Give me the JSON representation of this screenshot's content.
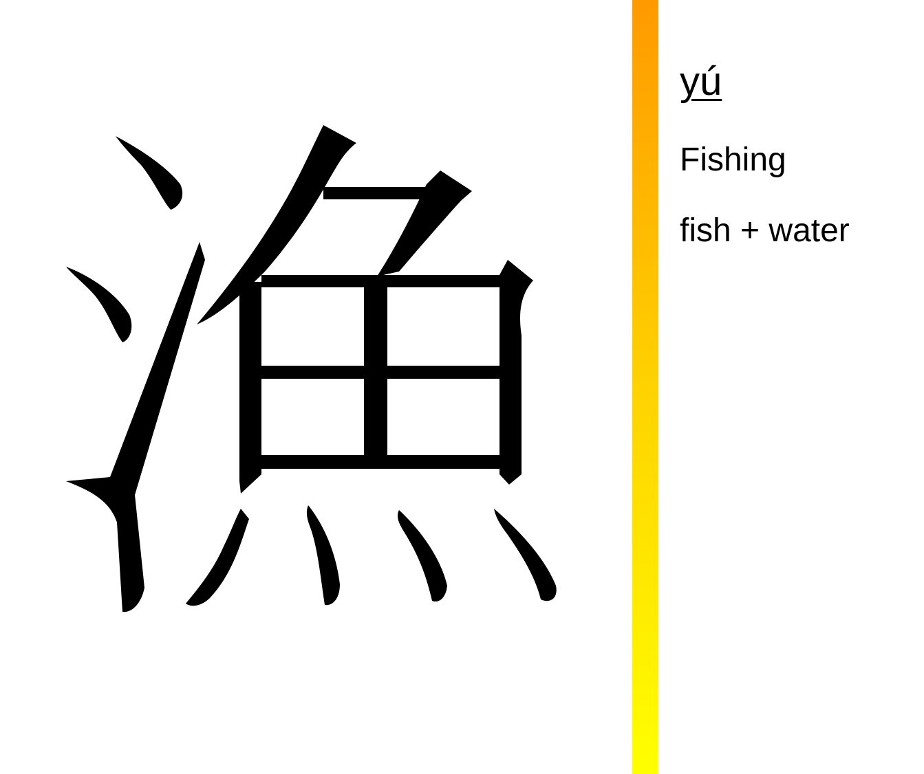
{
  "card": {
    "character_glyph": "漁",
    "pinyin": "yú",
    "meaning": "Fishing",
    "components": "fish + water"
  },
  "colors": {
    "ink": "#000000",
    "background": "#ffffff",
    "bar_top": "#ff9a00",
    "bar_mid": "#ffd200",
    "bar_bottom": "#ffff00"
  }
}
